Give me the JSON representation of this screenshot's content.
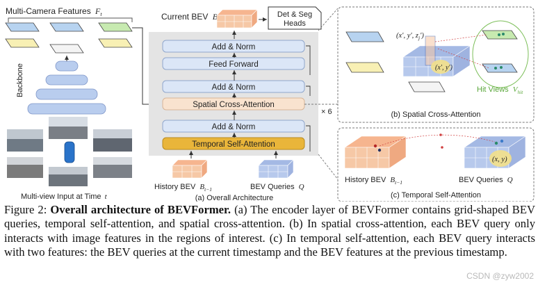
{
  "figure": {
    "multi_camera_label": "Multi-Camera Features",
    "multi_camera_symbol": "F",
    "multi_camera_sub": "t",
    "backbone_label": "Backbone",
    "multiview_label": "Multi-view Input at Time",
    "multiview_symbol": "t",
    "current_bev_label": "Current BEV",
    "current_bev_symbol": "B",
    "current_bev_sub": "t",
    "det_seg_line1": "Det & Seg",
    "det_seg_line2": "Heads",
    "add_norm": "Add & Norm",
    "feed_forward": "Feed Forward",
    "spatial_cross_attention": "Spatial Cross-Attention",
    "temporal_self_attention": "Temporal Self-Attention",
    "repeat_label": "× 6",
    "history_bev_label": "History BEV",
    "history_bev_symbol": "B",
    "history_bev_sub": "t−1",
    "bev_queries_label": "BEV Queries",
    "bev_queries_symbol": "Q",
    "panel_a_caption": "(a) Overall Architecture",
    "panel_b_caption": "(b) Spatial Cross-Attention",
    "panel_c_caption": "(c) Temporal Self-Attention",
    "coord_3d": "(x′, y′, z",
    "coord_3d_sub": "j",
    "coord_3d_end": "′)",
    "coord_2d_b": "(x′, y′)",
    "hit_views_label": "Hit Views",
    "hit_views_symbol": "V",
    "hit_views_sub": "hit",
    "coord_xy": "(x, y)"
  },
  "caption": {
    "prefix": "Figure 2: ",
    "title": "Overall architecture of BEVFormer.",
    "body": " (a) The encoder layer of BEVFormer contains grid-shaped BEV queries, temporal self-attention, and spatial cross-attention. (b) In spatial cross-attention, each BEV query only interacts with image features in the regions of interest. (c) In temporal self-attention, each BEV query interacts with two features: the BEV queries at the current timestamp and the BEV features at the previous timestamp."
  },
  "watermark": "CSDN @zyw2002",
  "colors": {
    "bev_peach": "#f6c8a6",
    "bev_blue": "#b7c9ec",
    "block_blue": "#dbe6f7",
    "block_peach": "#f9e3cf",
    "block_gold": "#e9b53a",
    "panel_gray": "#e4e4e4",
    "hit_green": "#7dbf5a"
  }
}
